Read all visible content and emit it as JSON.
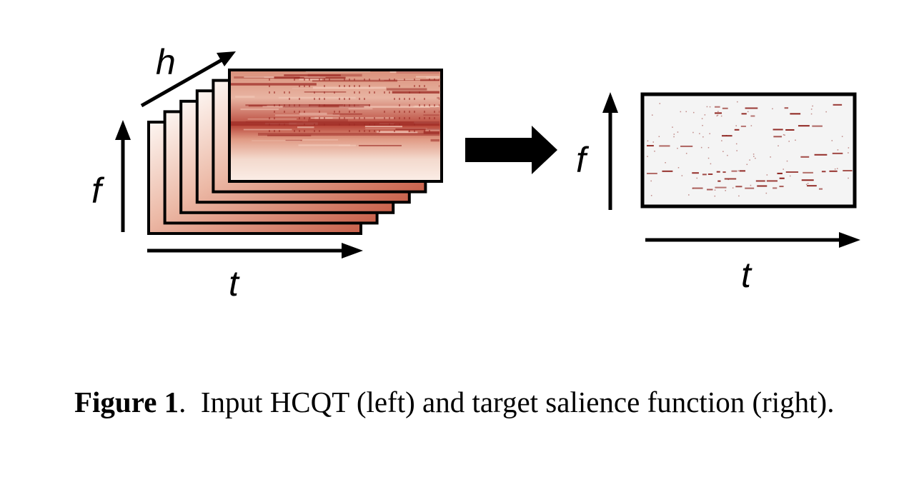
{
  "figure": {
    "input_stack": {
      "axis_labels": {
        "height": "h",
        "frequency": "f",
        "time": "t"
      },
      "layer_count": 6,
      "colors": {
        "dark": "#9c2a24",
        "mid": "#d17a62",
        "light": "#f4ddd2",
        "paper": "#fbf3ef"
      }
    },
    "output": {
      "axis_labels": {
        "frequency": "f",
        "time": "t"
      },
      "colors": {
        "background": "#f4f4f4",
        "notes": "#8c1f1a"
      }
    }
  },
  "caption": {
    "label": "Figure 1",
    "separator": ".",
    "text": "Input HCQT (left) and target salience function (right)."
  }
}
